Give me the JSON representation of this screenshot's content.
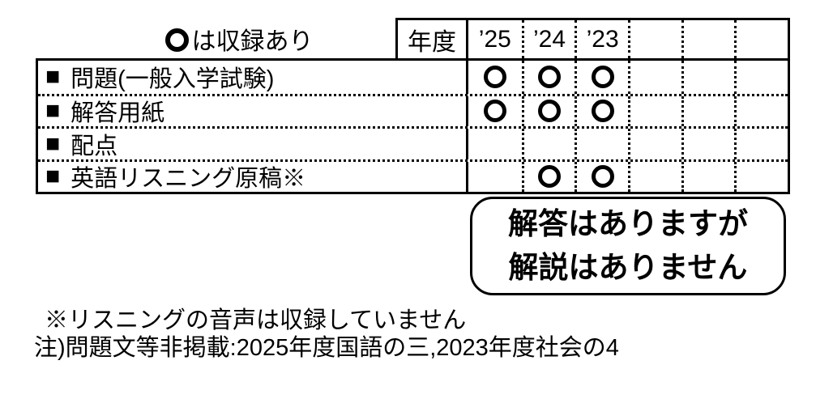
{
  "legend": {
    "symbol": "〇",
    "text": "は収録あり"
  },
  "table": {
    "corner_label": "年度",
    "bullet": "■",
    "year_columns": [
      "’25",
      "’24",
      "’23",
      "",
      "",
      ""
    ],
    "rows": [
      {
        "label": "問題(一般入学試験)",
        "marks": [
          1,
          1,
          1,
          0,
          0,
          0
        ]
      },
      {
        "label": "解答用紙",
        "marks": [
          1,
          1,
          1,
          0,
          0,
          0
        ]
      },
      {
        "label": "配点",
        "marks": [
          0,
          0,
          0,
          0,
          0,
          0
        ]
      },
      {
        "label": "英語リスニング原稿※",
        "marks": [
          0,
          1,
          1,
          0,
          0,
          0
        ]
      }
    ]
  },
  "bubble": {
    "lines": [
      "解答はありますが",
      "解説はありません"
    ]
  },
  "footnotes": [
    "※リスニングの音声は収録していません",
    "注)問題文等非掲載:2025年度国語の三,2023年度社会の4"
  ],
  "colors": {
    "ink": "#000000",
    "background": "#ffffff"
  }
}
